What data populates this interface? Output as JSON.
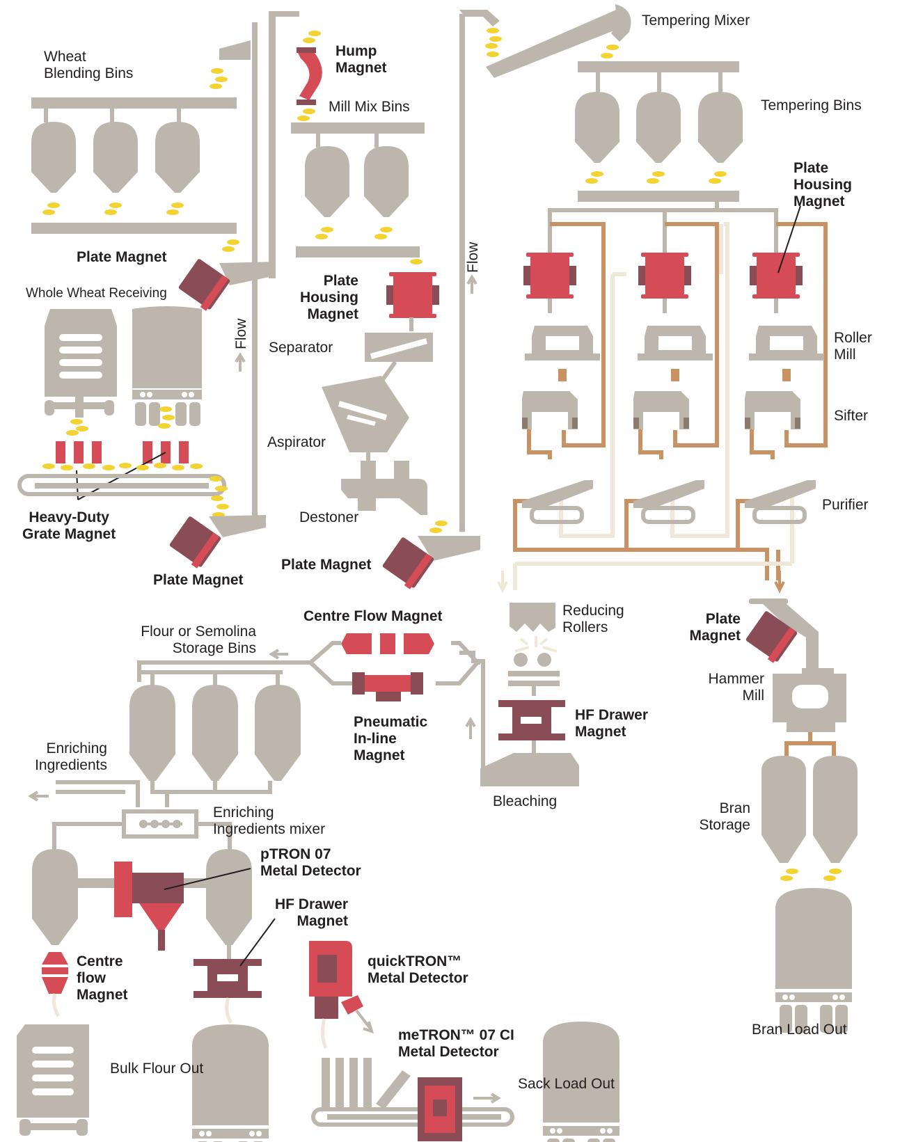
{
  "colors": {
    "structure": "#bdb6ad",
    "magnet_red": "#d54c56",
    "magnet_dark": "#8b4d55",
    "grain": "#f3d332",
    "copper_line": "#c99262",
    "cream_line": "#efe8d8",
    "text": "#231f20",
    "background": "#ffffff"
  },
  "icons": {
    "flow_arrow": "arrow-up-icon",
    "magnet": "magnet-icon",
    "bin": "silo-icon",
    "truck": "truck-icon"
  },
  "labels": {
    "wheat_blending_bins": "Wheat\nBlending Bins",
    "plate_magnet_1": "Plate Magnet",
    "whole_wheat_receiving": "Whole Wheat Receiving",
    "heavy_duty_grate_magnet": "Heavy-Duty\nGrate Magnet",
    "plate_magnet_2": "Plate Magnet",
    "flow_1": "Flow",
    "hump_magnet": "Hump\nMagnet",
    "mill_mix_bins": "Mill Mix Bins",
    "plate_housing_magnet_1": "Plate\nHousing\nMagnet",
    "separator": "Separator",
    "aspirator": "Aspirator",
    "destoner": "Destoner",
    "plate_magnet_3": "Plate Magnet",
    "flow_2": "Flow",
    "tempering_mixer": "Tempering Mixer",
    "tempering_bins": "Tempering Bins",
    "plate_housing_magnet_2": "Plate\nHousing\nMagnet",
    "roller_mill": "Roller\nMill",
    "sifter": "Sifter",
    "purifier": "Purifier",
    "reducing_rollers": "Reducing\nRollers",
    "plate_magnet_4": "Plate\nMagnet",
    "hammer_mill": "Hammer\nMill",
    "hf_drawer_magnet_1": "HF Drawer\nMagnet",
    "bleaching": "Bleaching",
    "centre_flow_magnet_1": "Centre Flow Magnet",
    "pneumatic_inline_magnet": "Pneumatic\nIn-line\nMagnet",
    "flour_storage_bins": "Flour or Semolina\nStorage Bins",
    "enriching_ingredients": "Enriching\nIngredients",
    "enriching_mixer": "Enriching\nIngredients mixer",
    "ptron": "pTRON 07\nMetal Detector",
    "hf_drawer_magnet_2": "HF Drawer\nMagnet",
    "centre_flow_magnet_2": "Centre\nflow\nMagnet",
    "quicktron": "quickTRON™\nMetal Detector",
    "metron": "meTRON™ 07 CI\nMetal Detector",
    "bulk_flour_out": "Bulk Flour Out",
    "sack_load_out": "Sack Load Out",
    "bran_storage": "Bran\nStorage",
    "bran_load_out": "Bran Load Out"
  }
}
